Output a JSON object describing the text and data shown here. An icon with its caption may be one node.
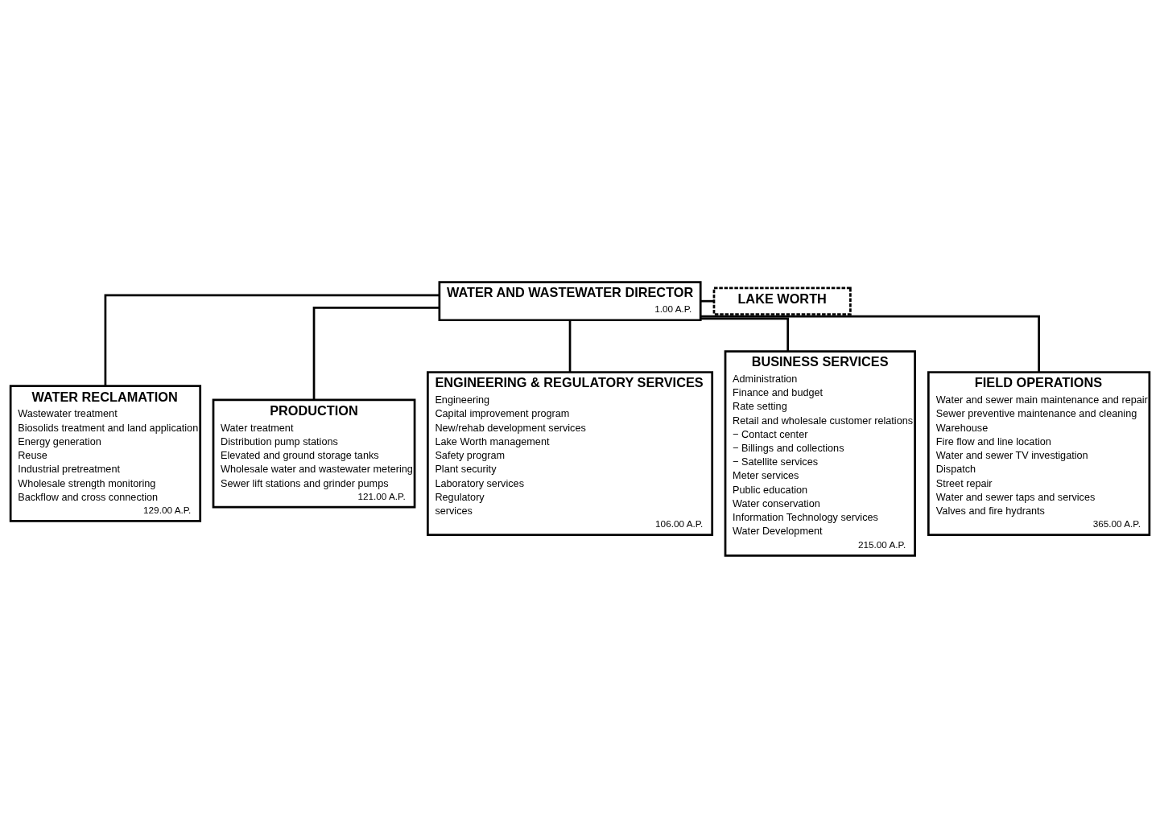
{
  "diagram": {
    "nodes": [
      {
        "text": [
          "WATER AND WASTEWATER DIRECTOR",
          "1.00 A.P."
        ]
      },
      {
        "text": [
          "LAKE WORTH"
        ]
      },
      {
        "text": [
          "WATER RECLAMATION",
          "Wastewater treatment",
          "Biosolids treatment and land application",
          "Energy generation",
          "Reuse",
          "Industrial pretreatment",
          "Wholesale strength monitoring",
          "Backflow and cross connection",
          "129.00 A.P."
        ]
      },
      {
        "text": [
          "PRODUCTION",
          "Water treatment",
          "Distribution pump stations",
          "Elevated and ground storage tanks",
          "Wholesale water and wastewater metering",
          "Sewer lift stations and grinder pumps",
          "121.00 A.P."
        ]
      },
      {
        "text": [
          "ENGINEERING & REGULATORY SERVICES",
          "Engineering",
          "Capital improvement program",
          "New/rehab development services",
          "Lake Worth management",
          "Safety program",
          "Plant security",
          "Laboratory services",
          "Regulatory",
          "services",
          "106.00 A.P."
        ]
      },
      {
        "text": [
          "BUSINESS SERVICES",
          "Administration",
          "Finance and budget",
          "Rate setting",
          "Retail and wholesale customer relations",
          "− Contact center",
          "− Billings and collections",
          "− Satellite services",
          "Meter services",
          "Public education",
          "Water conservation",
          "Information Technology services",
          "Water Development",
          "215.00 A.P."
        ]
      },
      {
        "text": [
          "FIELD OPERATIONS",
          "Water and sewer main maintenance and repair",
          "Sewer preventive maintenance and cleaning",
          "Warehouse",
          "Fire flow and line location",
          "Water and sewer TV investigation",
          "Dispatch",
          "Street repair",
          "Water and sewer taps and services",
          "Valves and fire hydrants",
          "365.00 A.P."
        ]
      }
    ],
    "edges": [
      {
        "from": 0,
        "to": 1,
        "arrow": "none"
      },
      {
        "from": 0,
        "to": 2,
        "arrow": "none"
      },
      {
        "from": 0,
        "to": 3,
        "arrow": "none"
      },
      {
        "from": 0,
        "to": 4,
        "arrow": "none"
      },
      {
        "from": 0,
        "to": 5,
        "arrow": "none"
      },
      {
        "from": 0,
        "to": 6,
        "arrow": "none"
      }
    ]
  }
}
